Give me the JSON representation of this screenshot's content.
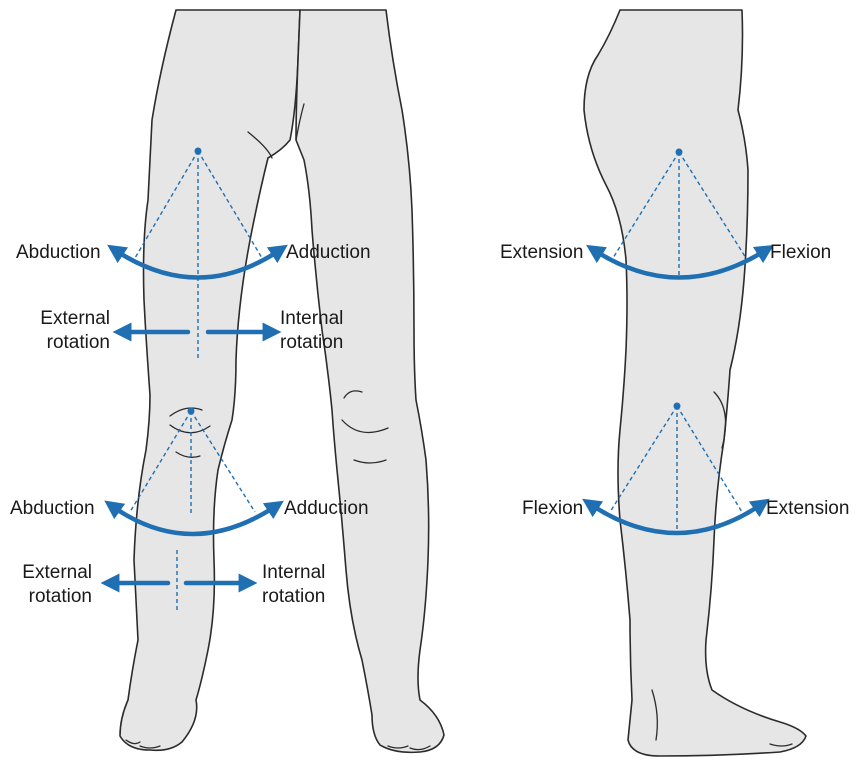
{
  "colors": {
    "arrow": "#1f6fb2",
    "skin": "#e6e6e7",
    "outline": "#2b2b2b"
  },
  "front_view": {
    "hip": {
      "left_label": "Abduction",
      "right_label": "Adduction",
      "rotation_left_line1": "External",
      "rotation_left_line2": "rotation",
      "rotation_right_line1": "Internal",
      "rotation_right_line2": "rotation"
    },
    "knee": {
      "left_label": "Abduction",
      "right_label": "Adduction",
      "rotation_left_line1": "External",
      "rotation_left_line2": "rotation",
      "rotation_right_line1": "Internal",
      "rotation_right_line2": "rotation"
    }
  },
  "side_view": {
    "hip": {
      "left_label": "Extension",
      "right_label": "Flexion"
    },
    "knee": {
      "left_label": "Flexion",
      "right_label": "Extension"
    }
  }
}
